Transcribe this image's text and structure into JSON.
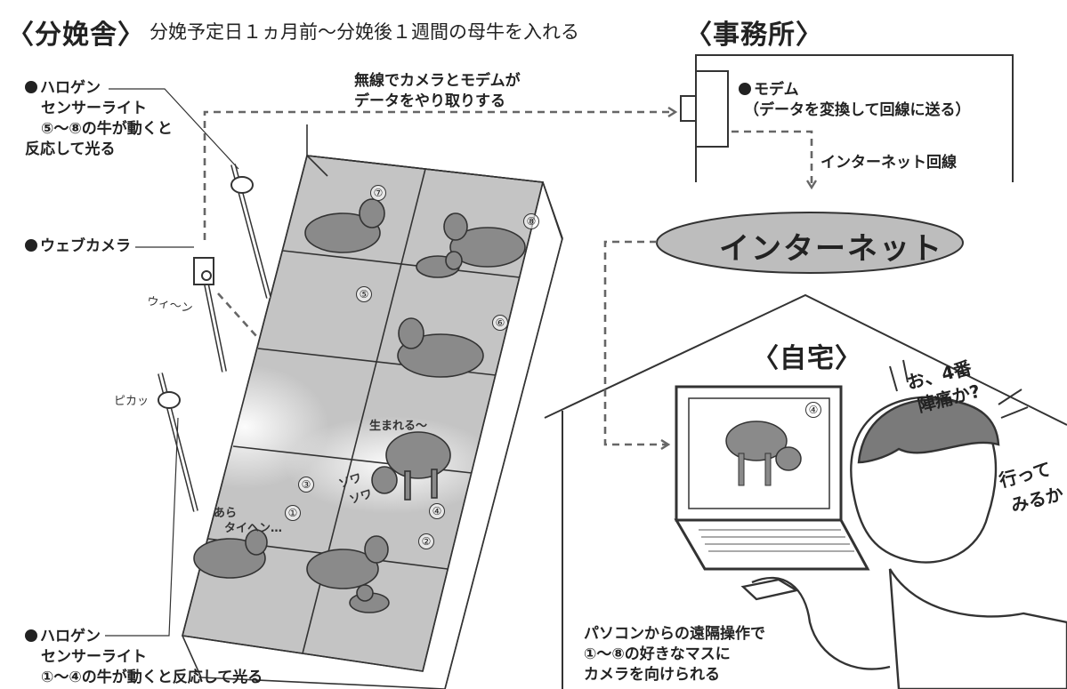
{
  "section_barn": {
    "title": "〈分娩舎〉",
    "description": "分娩予定日１ヵ月前〜分娩後１週間の母牛を入れる"
  },
  "section_office": {
    "title": "〈事務所〉"
  },
  "section_home": {
    "title": "〈自宅〉"
  },
  "wireless_note": {
    "line1": "無線でカメラとモデムが",
    "line2": "データをやり取りする"
  },
  "modem": {
    "label": "モデム",
    "description": "（データを変換して回線に送る）"
  },
  "internet_line_label": "インターネット回線",
  "internet_label": "インターネット",
  "sensor_light_top": {
    "label": "ハロゲン",
    "line2": "センサーライト",
    "line3": "⑤〜⑧の牛が動くと",
    "line4": "反応して光る"
  },
  "webcam": {
    "label": "ウェブカメラ",
    "sound": "ウィ〜ン"
  },
  "flash_sound": "ピカッ",
  "sensor_light_bottom": {
    "label": "ハロゲン",
    "line2": "センサーライト",
    "line3": "①〜④の牛が動くと反応して光る"
  },
  "pens": [
    "①",
    "②",
    "③",
    "④",
    "⑤",
    "⑥",
    "⑦",
    "⑧"
  ],
  "cow_speech": {
    "birth": "生まれる〜",
    "restless_1": "ソワ",
    "restless_2": "ソワ",
    "neighbor_1": "あら",
    "neighbor_2": "タイヘン…"
  },
  "screen_pen_number": "④",
  "farmer_speech": {
    "line1": "お、4番",
    "line2": "陣痛か?",
    "go_1": "行って",
    "go_2": "みるか"
  },
  "remote_note": {
    "line1": "パソコンからの遠隔操作で",
    "line2": "①〜⑧の好きなマスに",
    "line3": "カメラを向けられる"
  },
  "colors": {
    "cow": "#8a8a8a",
    "pen_floor": "#c4c4c4",
    "line": "#333333",
    "arrow": "#666666",
    "light_beam": "#f2f2f2"
  }
}
